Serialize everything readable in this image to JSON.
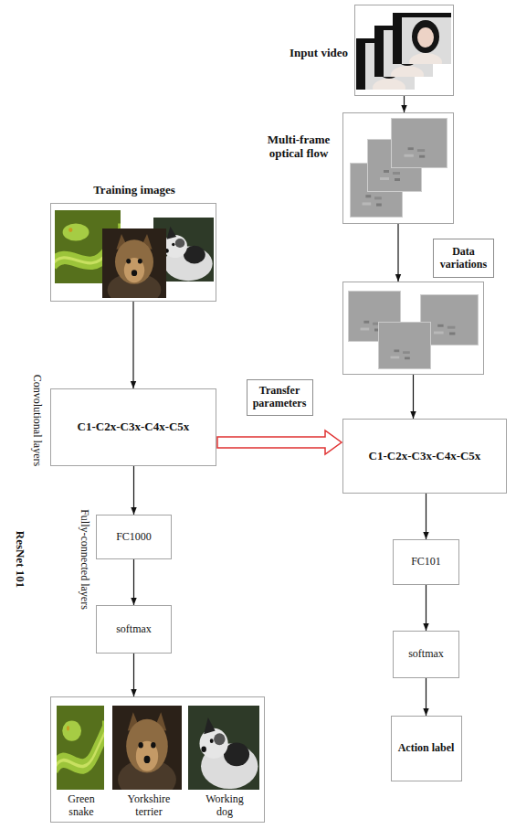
{
  "diagram": {
    "nodes": [
      {
        "text": [
          "Input video"
        ]
      },
      {
        "text": [
          "Multi-frame optical flow"
        ]
      },
      {
        "text": [
          "Training images"
        ]
      },
      {
        "text": [
          "Data variations"
        ]
      },
      {
        "text": [
          "C1-C2x-C3x-C4x-C5x"
        ]
      },
      {
        "text": [
          "C1-C2x-C3x-C4x-C5x"
        ]
      },
      {
        "text": [
          "FC1000"
        ]
      },
      {
        "text": [
          "FC101"
        ]
      },
      {
        "text": [
          "softmax"
        ]
      },
      {
        "text": [
          "softmax"
        ]
      },
      {
        "text": [
          "Action label"
        ]
      },
      {
        "text": [
          "Green snake",
          "Yorkshire terrier",
          "Working dog"
        ]
      }
    ],
    "edges": [
      {
        "from": 0,
        "to": 1,
        "arrow": "to"
      },
      {
        "from": 1,
        "to": 3,
        "arrow": "to"
      },
      {
        "from": 3,
        "to": 5,
        "arrow": "to"
      },
      {
        "from": 2,
        "to": 4,
        "arrow": "to"
      },
      {
        "from": 4,
        "to": 5,
        "label": "Transfer parameters",
        "arrow": "to"
      },
      {
        "from": 4,
        "to": 6,
        "arrow": "to"
      },
      {
        "from": 6,
        "to": 8,
        "arrow": "to"
      },
      {
        "from": 8,
        "to": 11,
        "arrow": "to"
      },
      {
        "from": 5,
        "to": 7,
        "arrow": "to"
      },
      {
        "from": 7,
        "to": 9,
        "arrow": "to"
      },
      {
        "from": 9,
        "to": 10,
        "arrow": "to"
      }
    ],
    "labels": [
      "Convolutional layers",
      "Fully-connected layers",
      "ResNet 101"
    ]
  }
}
